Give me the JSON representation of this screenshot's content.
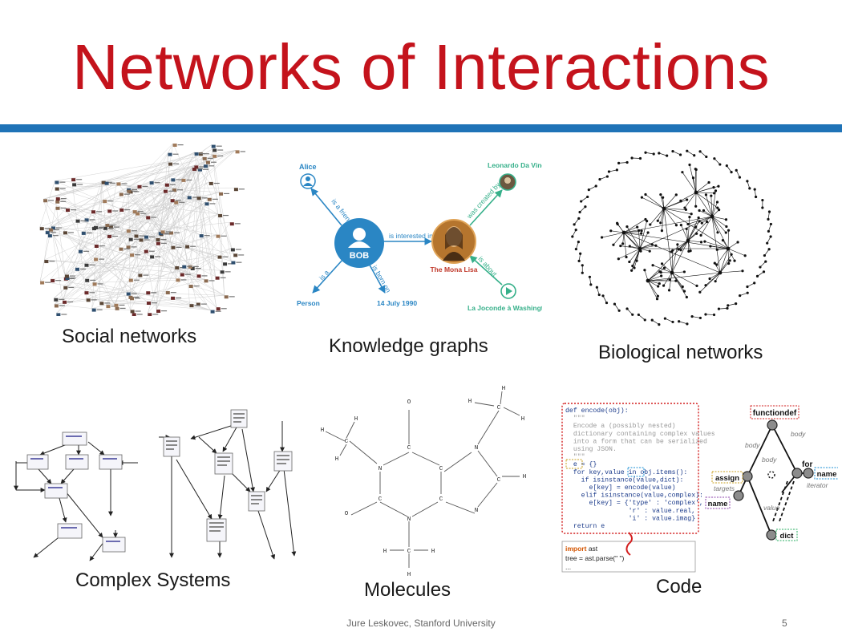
{
  "slide": {
    "title": "Networks of Interactions",
    "footer": "Jure Leskovec, Stanford University",
    "page_number": "5"
  },
  "panels": {
    "social": {
      "caption": "Social networks"
    },
    "knowledge": {
      "caption": "Knowledge graphs",
      "nodes": {
        "alice": "Alice",
        "bob": "BOB",
        "person": "Person",
        "date": "14 July 1990",
        "mona": "The Mona Lisa",
        "davinci": "Leonardo Da Vinci",
        "joconde": "La Joconde à Washington"
      },
      "edges": {
        "friend": "is a friend of",
        "interested": "is interested in",
        "isa": "is a",
        "born": "is born on",
        "created": "was created by",
        "about": "is about"
      }
    },
    "biological": {
      "caption": "Biological networks"
    },
    "complex": {
      "caption": "Complex Systems"
    },
    "molecules": {
      "caption": "Molecules",
      "atoms": {
        "h": "H",
        "c": "C",
        "n": "N",
        "o": "O"
      }
    },
    "code": {
      "caption": "Code",
      "lines": [
        "def encode(obj):",
        "  \"\"\"",
        "  Encode a (possibly nested)",
        "  dictionary containing complex values",
        "  into a form that can be serialized",
        "  using JSON.",
        "  \"\"\"",
        "  e = {}",
        "  for key,value in obj.items():",
        "    if isinstance(value,dict):",
        "      e[key] = encode(value)",
        "    elif isinstance(value,complex):",
        "      e[key] = {'type' : 'complex',",
        "                'r' : value.real,",
        "                'i' : value.imag}",
        "  return e"
      ],
      "snippet": [
        "import ast",
        "tree = ast.parse(\" \")",
        "..."
      ],
      "ast": {
        "functiondef": "functiondef",
        "for": "for",
        "name": "name",
        "assign": "assign",
        "dict": "dict",
        "body": "body",
        "iterator": "iterator",
        "targets": "targets",
        "value": "value"
      }
    }
  }
}
